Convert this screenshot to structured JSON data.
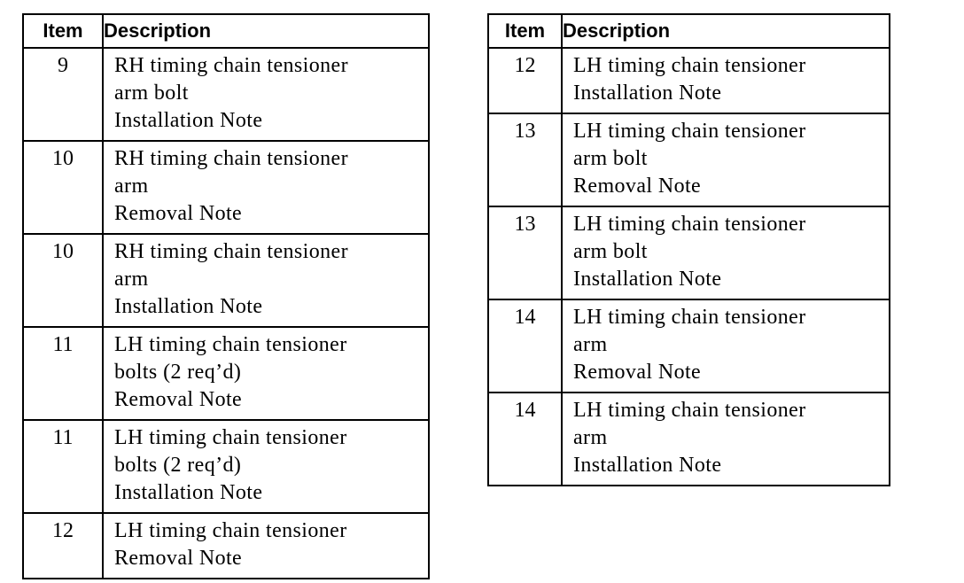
{
  "colors": {
    "background": "#ffffff",
    "text": "#000000",
    "border": "#000000"
  },
  "tables": [
    {
      "headers": [
        "Item",
        "Description"
      ],
      "rows": [
        {
          "item": "9",
          "lines": [
            "RH timing chain tensioner",
            "arm bolt",
            "Installation Note"
          ]
        },
        {
          "item": "10",
          "lines": [
            "RH timing chain tensioner",
            "arm",
            "Removal Note"
          ]
        },
        {
          "item": "10",
          "lines": [
            "RH timing chain tensioner",
            "arm",
            "Installation Note"
          ]
        },
        {
          "item": "11",
          "lines": [
            "LH timing chain tensioner",
            "bolts (2 req’d)",
            "Removal Note"
          ]
        },
        {
          "item": "11",
          "lines": [
            "LH timing chain tensioner",
            "bolts (2 req’d)",
            "Installation Note"
          ]
        },
        {
          "item": "12",
          "lines": [
            "LH timing chain tensioner",
            "Removal Note"
          ]
        }
      ]
    },
    {
      "headers": [
        "Item",
        "Description"
      ],
      "rows": [
        {
          "item": "12",
          "lines": [
            "LH timing chain tensioner",
            "Installation Note"
          ]
        },
        {
          "item": "13",
          "lines": [
            "LH timing chain tensioner",
            "arm bolt",
            "Removal Note"
          ]
        },
        {
          "item": "13",
          "lines": [
            "LH timing chain tensioner",
            "arm bolt",
            "Installation Note"
          ]
        },
        {
          "item": "14",
          "lines": [
            "LH timing chain tensioner",
            "arm",
            "Removal Note"
          ]
        },
        {
          "item": "14",
          "lines": [
            "LH timing chain tensioner",
            "arm",
            "Installation Note"
          ]
        }
      ]
    }
  ]
}
